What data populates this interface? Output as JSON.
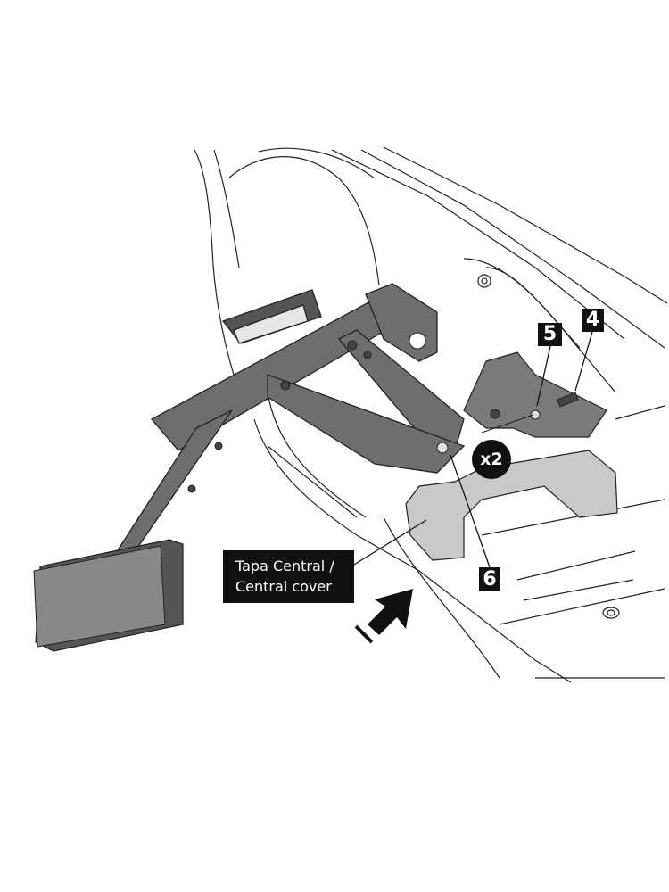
{
  "callouts": {
    "part_4": "4",
    "part_5": "5",
    "part_6": "6"
  },
  "quantity_badge": "x2",
  "cover_label": {
    "line1": "Tapa Central /",
    "line2": "Central cover"
  },
  "colors": {
    "bracket": "#6e6e6e",
    "cover": "#c9c9c9",
    "label_bg": "#111111",
    "outline": "#222222"
  }
}
